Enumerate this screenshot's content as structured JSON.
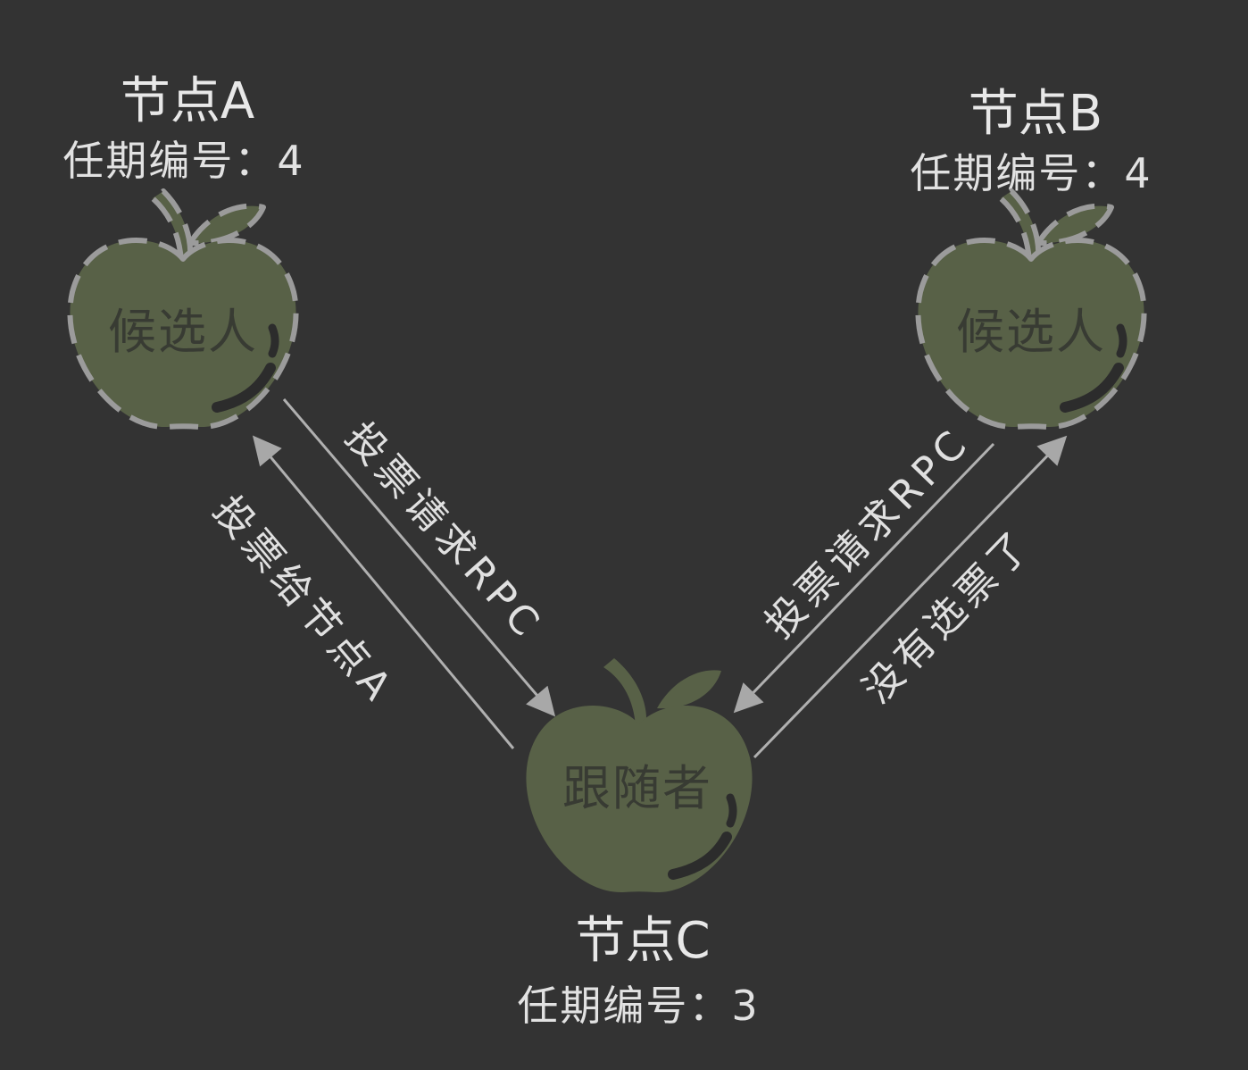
{
  "nodes": {
    "a": {
      "title": "节点A",
      "term_label": "任期编号：4",
      "role": "候选人"
    },
    "b": {
      "title": "节点B",
      "term_label": "任期编号：4",
      "role": "候选人"
    },
    "c": {
      "title": "节点C",
      "term_label": "任期编号：3",
      "role": "跟随者"
    }
  },
  "edges": {
    "a_to_c": "投票请求RPC",
    "c_to_a": "投票给节点A",
    "b_to_c": "投票请求RPC",
    "c_to_b": "没有选票了"
  },
  "colors": {
    "background": "#333333",
    "apple_fill": "#586147",
    "apple_outline": "#9b9b9b",
    "arrow": "#b0b0b0",
    "arrow_head": "#a8a8a8"
  }
}
